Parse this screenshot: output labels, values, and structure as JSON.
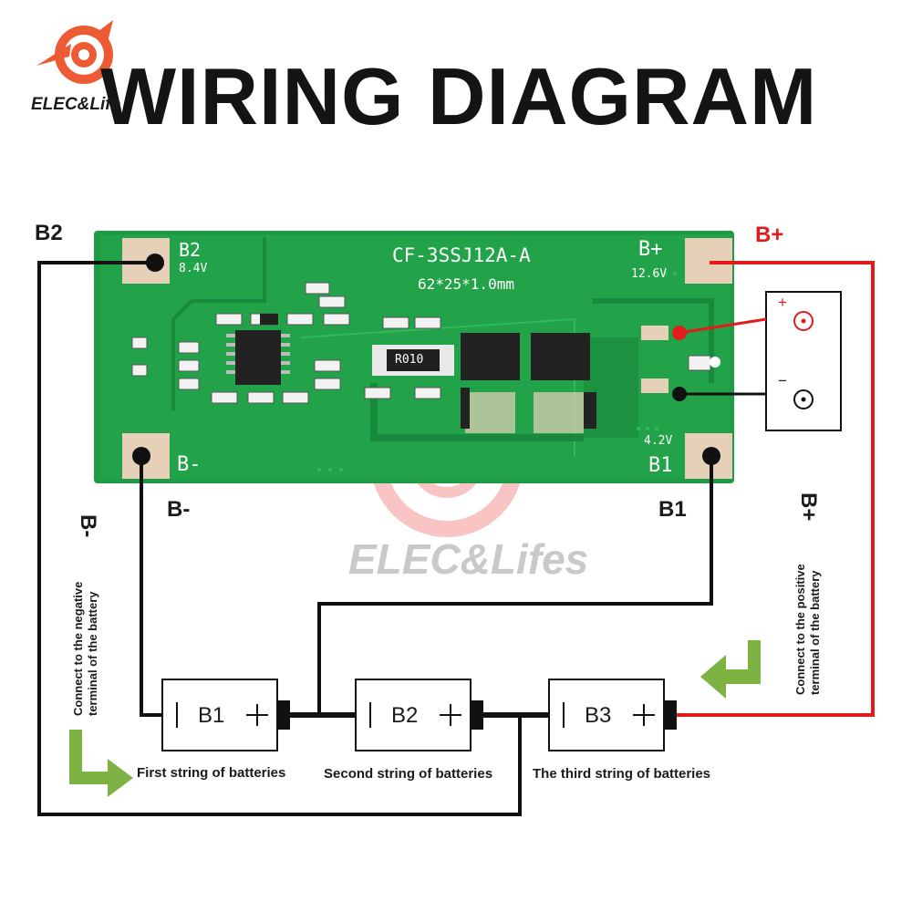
{
  "title": "WIRING DIAGRAM",
  "logo": {
    "text": "ELEC&Life"
  },
  "watermark": "ELEC&Lifes",
  "board": {
    "model": "CF-3SSJ12A-A",
    "size": "62*25*1.0mm",
    "pads": {
      "b2": {
        "label": "B2",
        "voltage": "8.4V"
      },
      "bplus": {
        "label": "B+",
        "voltage": "12.6V"
      },
      "bminus": {
        "label": "B-"
      },
      "b1": {
        "label": "B1",
        "voltage": "4.2V"
      }
    },
    "resistor_code": "R010"
  },
  "load": {
    "plus_symbol": "+",
    "minus_symbol": "−"
  },
  "labels": {
    "b2": "B2",
    "bplus_top": "B+",
    "bminus_bottom": "B-",
    "b1_bottom": "B1",
    "bminus_side": "B-",
    "bplus_side": "B+"
  },
  "notes": {
    "left_line1": "Connect to the negative",
    "left_line2": "terminal of the battery",
    "right_line1": "Connect to the positive",
    "right_line2": "terminal of the battery"
  },
  "batteries": [
    {
      "name": "B1",
      "caption": "First string of batteries"
    },
    {
      "name": "B2",
      "caption": "Second string of batteries"
    },
    {
      "name": "B3",
      "caption": "The third string of batteries"
    }
  ],
  "colors": {
    "board": "#1f9a45",
    "wire_black": "#111111",
    "wire_red": "#e41b1b",
    "arrow": "#7cb342",
    "pad": "#e6d0b8"
  }
}
